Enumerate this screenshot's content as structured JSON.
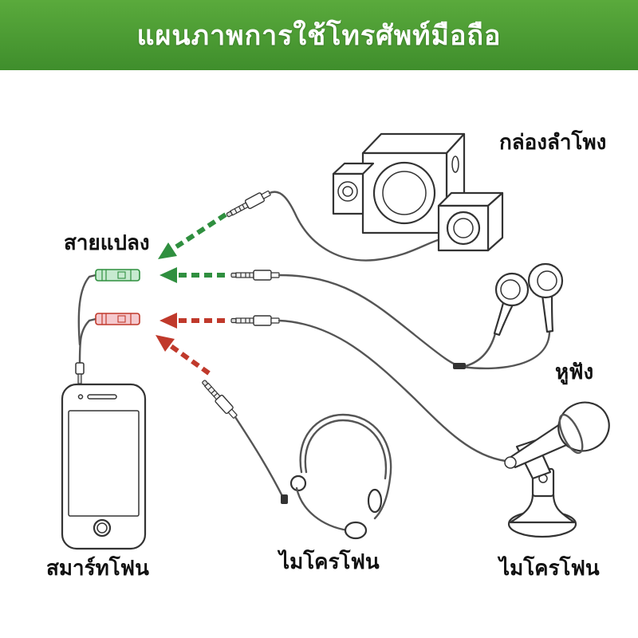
{
  "title": "แผนภาพการใช้โทรศัพท์มือถือ",
  "labels": {
    "speakers": "กล่องลำโพง",
    "splitter": "สายแปลง",
    "earphones": "หูฟัง",
    "smartphone": "สมาร์ทโฟน",
    "headset_mic": "ไมโครโฟน",
    "desk_mic": "ไมโครโฟน"
  },
  "colors": {
    "banner": "#5aaa3c",
    "banner_dark": "#3f8e2c",
    "green_arrow": "#2f8f3f",
    "red_arrow": "#c0392b",
    "line": "#555555"
  },
  "icons": [
    "speaker-icon",
    "earphones-icon",
    "headset-microphone-icon",
    "desk-microphone-icon",
    "smartphone-icon",
    "audio-splitter-icon"
  ]
}
